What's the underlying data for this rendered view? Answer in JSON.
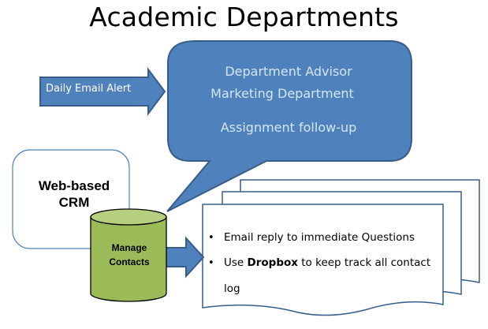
{
  "title": "Academic Departments",
  "input_arrow": {
    "label": "Daily Email Alert"
  },
  "callout": {
    "lines": [
      "Department Advisor",
      "Marketing Department",
      "Assignment follow-up"
    ]
  },
  "crm_box": {
    "label_line1": "Web-based",
    "label_line2": "CRM"
  },
  "database": {
    "label_line1": "Manage",
    "label_line2": "Contacts"
  },
  "documents": {
    "bullets": [
      {
        "prefix": "Email reply to immediate  Questions",
        "bold": "",
        "suffix": ""
      },
      {
        "prefix": "Use ",
        "bold": "Dropbox",
        "suffix": " to keep track all contact log"
      }
    ]
  },
  "colors": {
    "blue_fill": "#4f81bd",
    "blue_stroke": "#385d8a",
    "green_fill": "#9bbb59",
    "green_top": "#b5cf7f",
    "bubble_text": "#d4e6f5"
  }
}
